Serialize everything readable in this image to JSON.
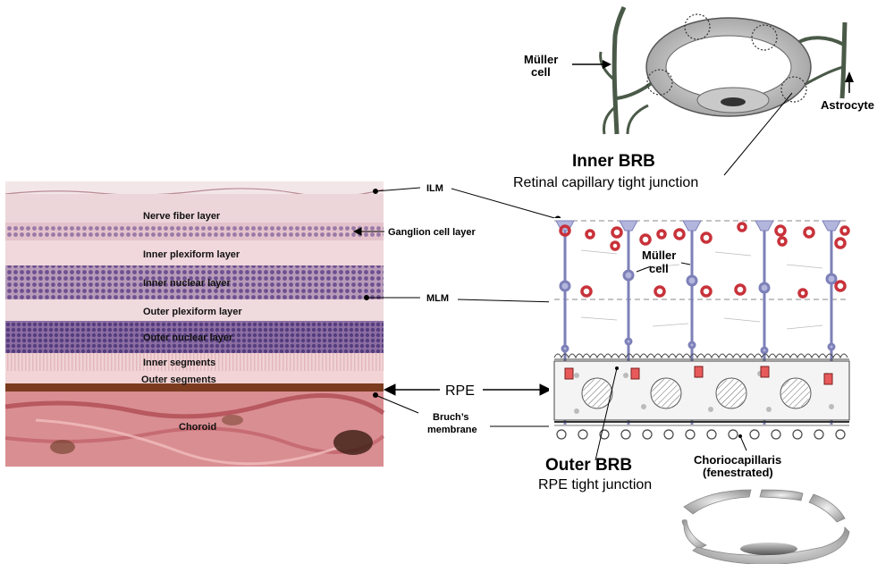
{
  "histology": {
    "layers": [
      "Nerve fiber layer",
      "Ganglion cell layer",
      "Inner plexiform layer",
      "Inner nuclear layer",
      "Outer plexiform layer",
      "Outer nuclear layer",
      "Inner segments",
      "Outer segments",
      "Choroid"
    ],
    "callouts": {
      "ilm": "ILM",
      "ganglion": "Ganglion cell layer",
      "mlm": "MLM",
      "rpe": "RPE",
      "bruch_line1": "Bruch’s",
      "bruch_line2": "membrane"
    }
  },
  "inner_brb": {
    "title": "Inner BRB",
    "subtitle": "Retinal capillary tight junction",
    "muller_line1": "Müller",
    "muller_line2": "cell",
    "astrocyte": "Astrocyte"
  },
  "schematic": {
    "muller_line1": "Müller",
    "muller_line2": "cell"
  },
  "outer_brb": {
    "title": "Outer BRB",
    "subtitle": "RPE tight junction",
    "chorio_line1": "Choriocapillaris",
    "chorio_line2": "(fenestrated)"
  },
  "colors": {
    "tight_junction": "#e85a5a",
    "rbc": "#c8323a",
    "muller": "#b3b6dc"
  }
}
